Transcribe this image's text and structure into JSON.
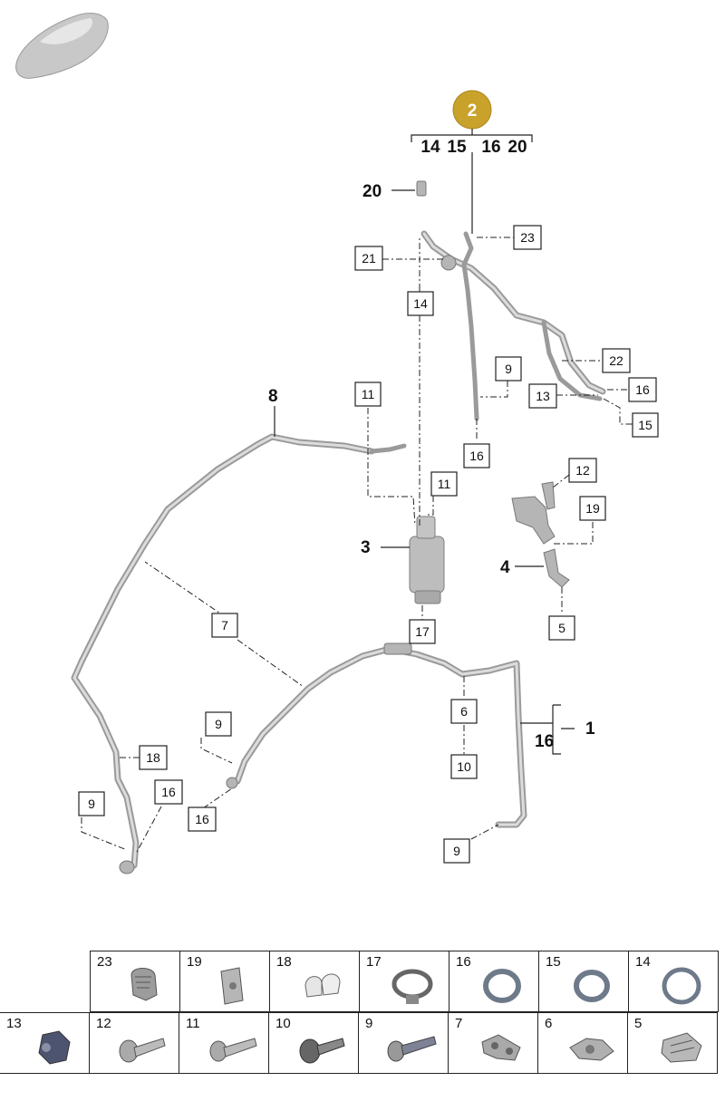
{
  "assembly": {
    "group_number": "2",
    "group_members": [
      "14",
      "15",
      "16",
      "20"
    ],
    "badge_color": "#c9a22c"
  },
  "bold_labels": {
    "l1": "1",
    "l3": "3",
    "l4": "4",
    "l8": "8",
    "l20": "20",
    "l16": "16"
  },
  "callouts": {
    "c23": "23",
    "c21": "21",
    "c14": "14",
    "c22": "22",
    "c9a": "9",
    "c16a": "16",
    "c13": "13",
    "c15": "15",
    "c11a": "11",
    "c16b": "16",
    "c11b": "11",
    "c12": "12",
    "c19": "19",
    "c5": "5",
    "c17": "17",
    "c7": "7",
    "c6": "6",
    "c10": "10",
    "c9b": "9",
    "c18": "18",
    "c9c": "9",
    "c16c": "16",
    "c16d": "16",
    "c9d": "9"
  },
  "parts_table": {
    "top_row": [
      {
        "num": "23",
        "icon": "clip-icon"
      },
      {
        "num": "19",
        "icon": "bracket-clip-icon"
      },
      {
        "num": "18",
        "icon": "pipe-holder-icon"
      },
      {
        "num": "17",
        "icon": "hose-clamp-icon"
      },
      {
        "num": "16",
        "icon": "o-ring-icon"
      },
      {
        "num": "15",
        "icon": "o-ring-icon"
      },
      {
        "num": "14",
        "icon": "o-ring-icon"
      }
    ],
    "bottom_row": [
      {
        "num": "13",
        "icon": "hex-nut-icon"
      },
      {
        "num": "12",
        "icon": "flange-bolt-icon"
      },
      {
        "num": "11",
        "icon": "bolt-icon"
      },
      {
        "num": "10",
        "icon": "flange-screw-icon"
      },
      {
        "num": "9",
        "icon": "hex-socket-screw-icon"
      },
      {
        "num": "7",
        "icon": "double-pipe-holder-icon"
      },
      {
        "num": "6",
        "icon": "pipe-bracket-icon"
      },
      {
        "num": "5",
        "icon": "multi-clip-icon"
      }
    ]
  }
}
